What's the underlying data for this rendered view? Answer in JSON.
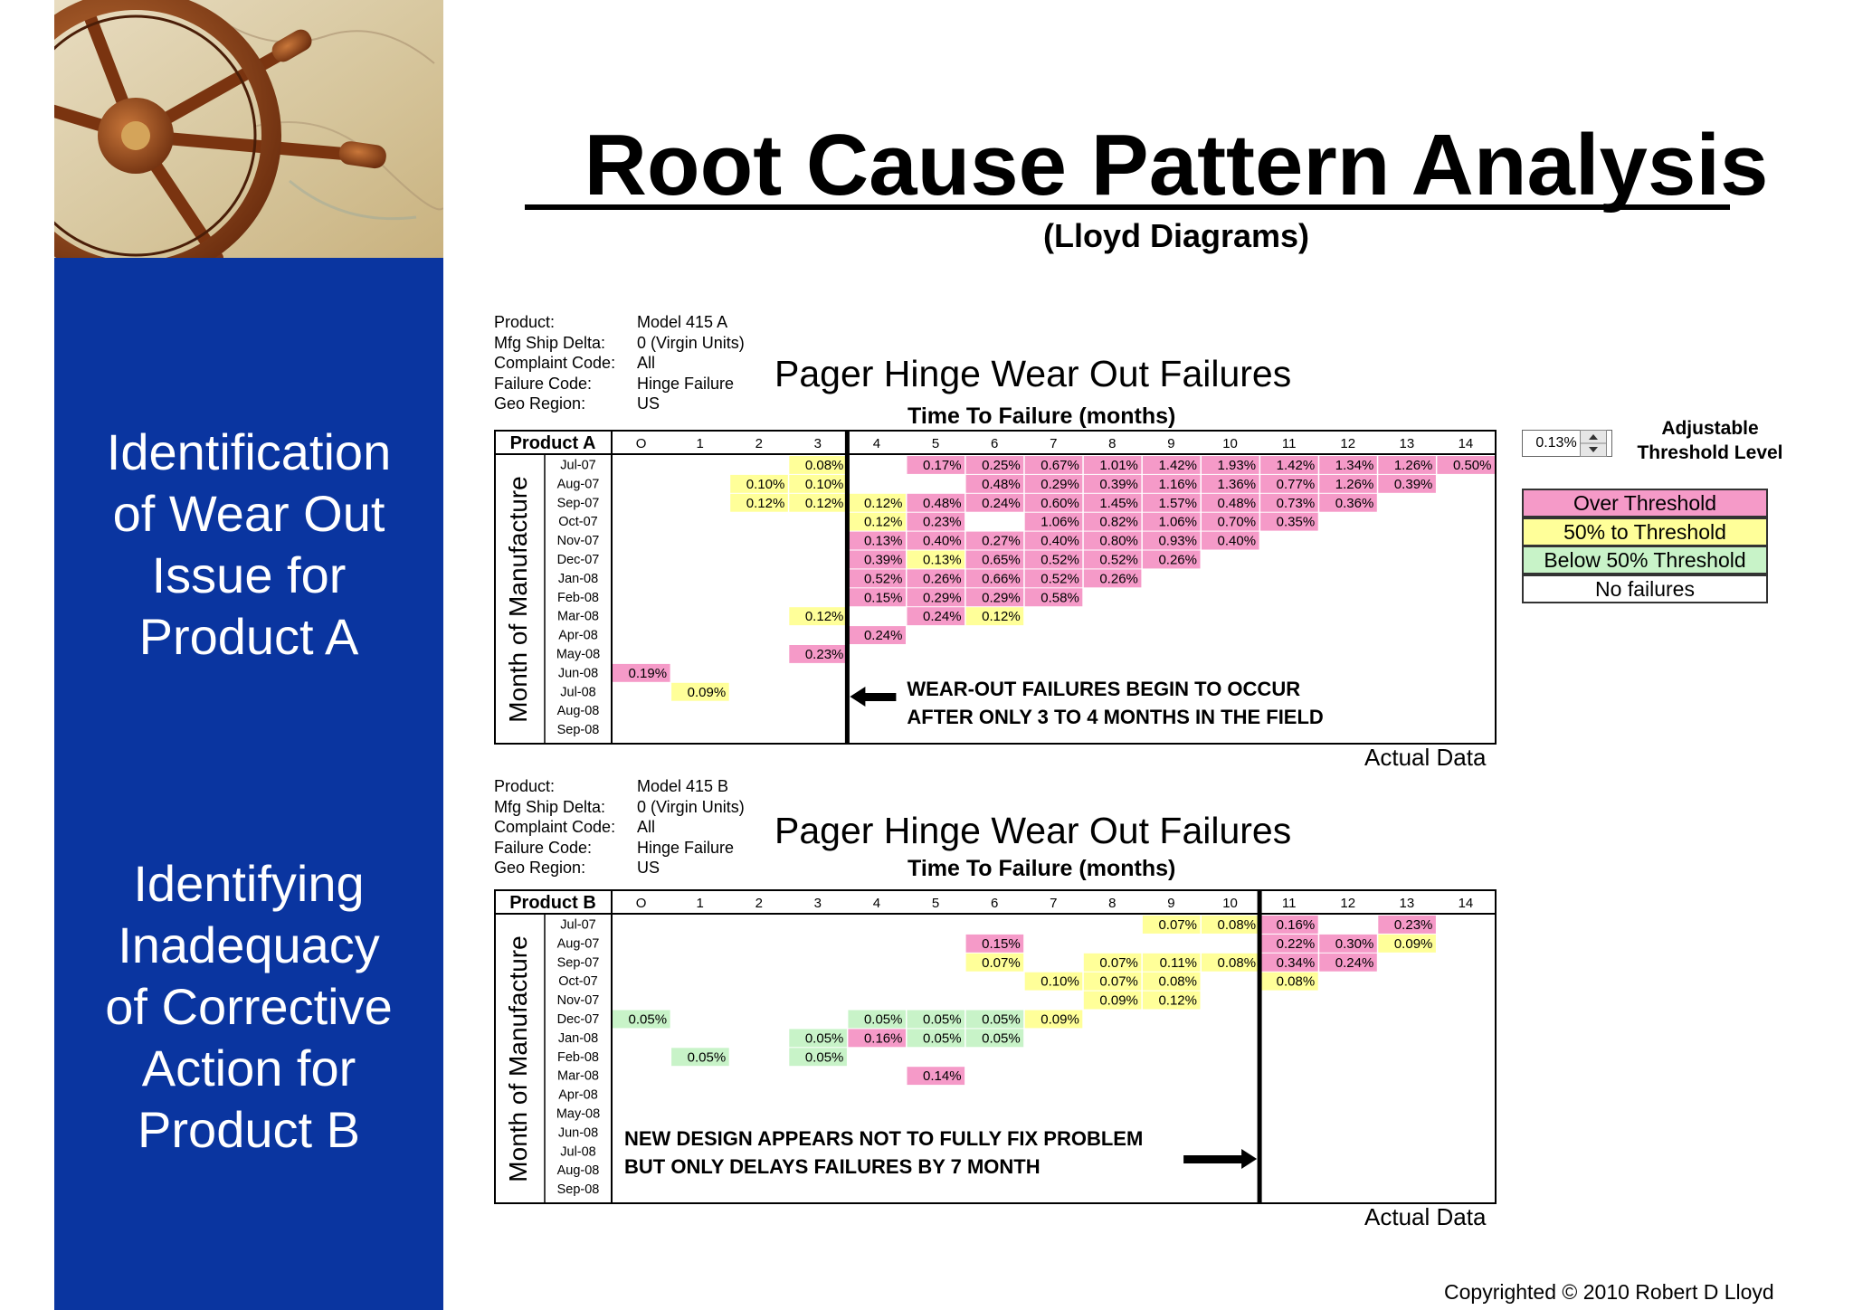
{
  "colors": {
    "sidebar": "#0a35a0",
    "over": "#f59ac8",
    "half": "#ffff99",
    "below": "#c8f3c8",
    "none": "#ffffff"
  },
  "slide": {
    "title": "Root Cause Pattern Analysis",
    "subtitle": "(Lloyd Diagrams)",
    "copyright": "Copyrighted © 2010 Robert D Lloyd"
  },
  "sidebar": {
    "photo_icon": "ship-wheel-on-map",
    "text_a": [
      "Identification",
      "of Wear Out",
      "Issue for",
      "Product A"
    ],
    "text_b": [
      "Identifying",
      "Inadequacy",
      "of Corrective",
      "Action for",
      "Product B"
    ]
  },
  "threshold": {
    "value": "0.13%",
    "label_line1": "Adjustable",
    "label_line2": "Threshold Level"
  },
  "legend": [
    {
      "label": "Over Threshold",
      "level": "over"
    },
    {
      "label": "50% to Threshold",
      "level": "half"
    },
    {
      "label": "Below 50% Threshold",
      "level": "below"
    },
    {
      "label": "No failures",
      "level": "none"
    }
  ],
  "months": [
    "Jul-07",
    "Aug-07",
    "Sep-07",
    "Oct-07",
    "Nov-07",
    "Dec-07",
    "Jan-08",
    "Feb-08",
    "Mar-08",
    "Apr-08",
    "May-08",
    "Jun-08",
    "Jul-08",
    "Aug-08",
    "Sep-08"
  ],
  "column_headers": [
    "O",
    "1",
    "2",
    "3",
    "4",
    "5",
    "6",
    "7",
    "8",
    "9",
    "10",
    "11",
    "12",
    "13",
    "14"
  ],
  "y_axis_label": "Month of Manufacture",
  "panels": [
    {
      "meta": [
        {
          "k": "Product:",
          "v": "Model 415 A"
        },
        {
          "k": "Mfg Ship Delta:",
          "v": "0  (Virgin Units)"
        },
        {
          "k": "Complaint Code:",
          "v": "All"
        },
        {
          "k": "Failure Code:",
          "v": "Hinge Failure"
        },
        {
          "k": "Geo Region:",
          "v": "US"
        }
      ],
      "chart_title": "Pager Hinge Wear Out Failures",
      "x_label": "Time To Failure (months)",
      "product_label": "Product A",
      "annotation": [
        "WEAR-OUT FAILURES BEGIN TO OCCUR",
        "AFTER ONLY 3 TO 4 MONTHS IN THE FIELD"
      ],
      "actual_label": "Actual Data",
      "cells": [
        [
          0,
          3,
          "0.08%",
          "half"
        ],
        [
          0,
          5,
          "0.17%",
          "over"
        ],
        [
          0,
          6,
          "0.25%",
          "over"
        ],
        [
          0,
          7,
          "0.67%",
          "over"
        ],
        [
          0,
          8,
          "1.01%",
          "over"
        ],
        [
          0,
          9,
          "1.42%",
          "over"
        ],
        [
          0,
          10,
          "1.93%",
          "over"
        ],
        [
          0,
          11,
          "1.42%",
          "over"
        ],
        [
          0,
          12,
          "1.34%",
          "over"
        ],
        [
          0,
          13,
          "1.26%",
          "over"
        ],
        [
          0,
          14,
          "0.50%",
          "over"
        ],
        [
          1,
          2,
          "0.10%",
          "half"
        ],
        [
          1,
          3,
          "0.10%",
          "half"
        ],
        [
          1,
          6,
          "0.48%",
          "over"
        ],
        [
          1,
          7,
          "0.29%",
          "over"
        ],
        [
          1,
          8,
          "0.39%",
          "over"
        ],
        [
          1,
          9,
          "1.16%",
          "over"
        ],
        [
          1,
          10,
          "1.36%",
          "over"
        ],
        [
          1,
          11,
          "0.77%",
          "over"
        ],
        [
          1,
          12,
          "1.26%",
          "over"
        ],
        [
          1,
          13,
          "0.39%",
          "over"
        ],
        [
          2,
          2,
          "0.12%",
          "half"
        ],
        [
          2,
          3,
          "0.12%",
          "half"
        ],
        [
          2,
          4,
          "0.12%",
          "half"
        ],
        [
          2,
          5,
          "0.48%",
          "over"
        ],
        [
          2,
          6,
          "0.24%",
          "over"
        ],
        [
          2,
          7,
          "0.60%",
          "over"
        ],
        [
          2,
          8,
          "1.45%",
          "over"
        ],
        [
          2,
          9,
          "1.57%",
          "over"
        ],
        [
          2,
          10,
          "0.48%",
          "over"
        ],
        [
          2,
          11,
          "0.73%",
          "over"
        ],
        [
          2,
          12,
          "0.36%",
          "over"
        ],
        [
          3,
          4,
          "0.12%",
          "half"
        ],
        [
          3,
          5,
          "0.23%",
          "over"
        ],
        [
          3,
          7,
          "1.06%",
          "over"
        ],
        [
          3,
          8,
          "0.82%",
          "over"
        ],
        [
          3,
          9,
          "1.06%",
          "over"
        ],
        [
          3,
          10,
          "0.70%",
          "over"
        ],
        [
          3,
          11,
          "0.35%",
          "over"
        ],
        [
          4,
          4,
          "0.13%",
          "over"
        ],
        [
          4,
          5,
          "0.40%",
          "over"
        ],
        [
          4,
          6,
          "0.27%",
          "over"
        ],
        [
          4,
          7,
          "0.40%",
          "over"
        ],
        [
          4,
          8,
          "0.80%",
          "over"
        ],
        [
          4,
          9,
          "0.93%",
          "over"
        ],
        [
          4,
          10,
          "0.40%",
          "over"
        ],
        [
          5,
          4,
          "0.39%",
          "over"
        ],
        [
          5,
          5,
          "0.13%",
          "half"
        ],
        [
          5,
          6,
          "0.65%",
          "over"
        ],
        [
          5,
          7,
          "0.52%",
          "over"
        ],
        [
          5,
          8,
          "0.52%",
          "over"
        ],
        [
          5,
          9,
          "0.26%",
          "over"
        ],
        [
          6,
          4,
          "0.52%",
          "over"
        ],
        [
          6,
          5,
          "0.26%",
          "over"
        ],
        [
          6,
          6,
          "0.66%",
          "over"
        ],
        [
          6,
          7,
          "0.52%",
          "over"
        ],
        [
          6,
          8,
          "0.26%",
          "over"
        ],
        [
          7,
          4,
          "0.15%",
          "over"
        ],
        [
          7,
          5,
          "0.29%",
          "over"
        ],
        [
          7,
          6,
          "0.29%",
          "over"
        ],
        [
          7,
          7,
          "0.58%",
          "over"
        ],
        [
          8,
          3,
          "0.12%",
          "half"
        ],
        [
          8,
          5,
          "0.24%",
          "over"
        ],
        [
          8,
          6,
          "0.12%",
          "half"
        ],
        [
          9,
          4,
          "0.24%",
          "over"
        ],
        [
          10,
          3,
          "0.23%",
          "over"
        ],
        [
          11,
          0,
          "0.19%",
          "over"
        ],
        [
          12,
          1,
          "0.09%",
          "half"
        ]
      ]
    },
    {
      "meta": [
        {
          "k": "Product:",
          "v": "Model 415 B"
        },
        {
          "k": "Mfg Ship Delta:",
          "v": "0  (Virgin Units)"
        },
        {
          "k": "Complaint Code:",
          "v": "All"
        },
        {
          "k": "Failure Code:",
          "v": "Hinge Failure"
        },
        {
          "k": "Geo Region:",
          "v": "US"
        }
      ],
      "chart_title": "Pager Hinge Wear Out Failures",
      "x_label": "Time To Failure (months)",
      "product_label": "Product B",
      "annotation": [
        "NEW DESIGN APPEARS NOT TO FULLY FIX PROBLEM",
        "BUT ONLY DELAYS FAILURES BY 7 MONTH"
      ],
      "actual_label": "Actual Data",
      "cells": [
        [
          0,
          9,
          "0.07%",
          "half"
        ],
        [
          0,
          10,
          "0.08%",
          "half"
        ],
        [
          0,
          11,
          "0.16%",
          "over"
        ],
        [
          0,
          13,
          "0.23%",
          "over"
        ],
        [
          1,
          6,
          "0.15%",
          "over"
        ],
        [
          1,
          11,
          "0.22%",
          "over"
        ],
        [
          1,
          12,
          "0.30%",
          "over"
        ],
        [
          1,
          13,
          "0.09%",
          "half"
        ],
        [
          2,
          6,
          "0.07%",
          "half"
        ],
        [
          2,
          8,
          "0.07%",
          "half"
        ],
        [
          2,
          9,
          "0.11%",
          "half"
        ],
        [
          2,
          10,
          "0.08%",
          "half"
        ],
        [
          2,
          11,
          "0.34%",
          "over"
        ],
        [
          2,
          12,
          "0.24%",
          "over"
        ],
        [
          3,
          7,
          "0.10%",
          "half"
        ],
        [
          3,
          8,
          "0.07%",
          "half"
        ],
        [
          3,
          9,
          "0.08%",
          "half"
        ],
        [
          3,
          11,
          "0.08%",
          "half"
        ],
        [
          4,
          8,
          "0.09%",
          "half"
        ],
        [
          4,
          9,
          "0.12%",
          "half"
        ],
        [
          5,
          0,
          "0.05%",
          "below"
        ],
        [
          5,
          4,
          "0.05%",
          "below"
        ],
        [
          5,
          5,
          "0.05%",
          "below"
        ],
        [
          5,
          6,
          "0.05%",
          "below"
        ],
        [
          5,
          7,
          "0.09%",
          "half"
        ],
        [
          6,
          3,
          "0.05%",
          "below"
        ],
        [
          6,
          4,
          "0.16%",
          "over"
        ],
        [
          6,
          5,
          "0.05%",
          "below"
        ],
        [
          6,
          6,
          "0.05%",
          "below"
        ],
        [
          7,
          1,
          "0.05%",
          "below"
        ],
        [
          7,
          3,
          "0.05%",
          "below"
        ],
        [
          8,
          5,
          "0.14%",
          "over"
        ]
      ]
    }
  ]
}
